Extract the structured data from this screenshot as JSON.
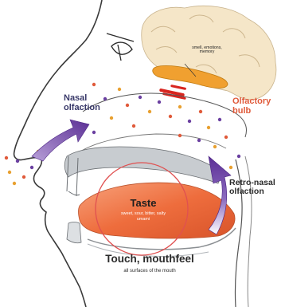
{
  "labels": {
    "nasal": [
      "Nasal",
      "olfaction"
    ],
    "olfactory": [
      "Olfactory",
      "bulb"
    ],
    "retro": [
      "Retro-nasal",
      "olfaction"
    ],
    "brain": [
      "smell, emotions,",
      "memory"
    ],
    "taste": "Taste",
    "taste_sub": [
      "sweet, sour, bitter, salty",
      "umami"
    ],
    "touch": "Touch, mouthfeel",
    "touch_sub": "all surfaces of the mouth"
  },
  "colors": {
    "arrow": "#6a3fa0",
    "tongue": "#f07a4a",
    "olfactory_bulb": "#f0a030",
    "brain": "#f5e6c8",
    "taste_circle": "#e05050",
    "nasal_label": "#3a3a6a",
    "olfactory_label": "#e05a3a"
  }
}
